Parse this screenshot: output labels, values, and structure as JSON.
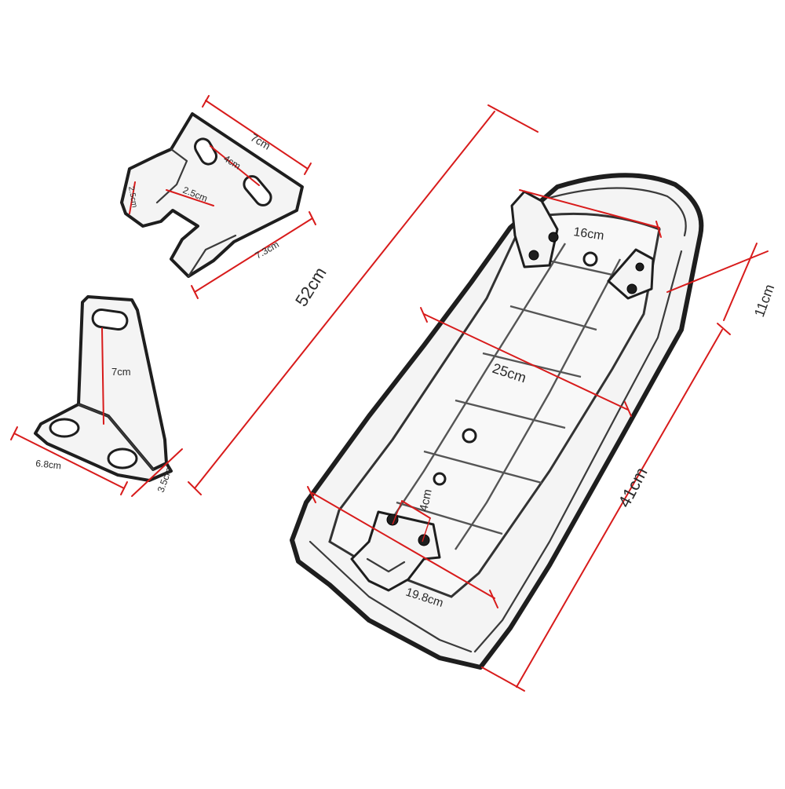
{
  "bracket_top": {
    "width_label": "7cm",
    "slot_spacing_label": "4cm",
    "notch_label": "2.5cm",
    "notch_depth_label": "2.5cm",
    "length_label": "7.3cm"
  },
  "bracket_l": {
    "height_label": "7cm",
    "base_width_label": "6.8cm",
    "base_depth_label": "3.5cm"
  },
  "seat": {
    "overall_length_label": "52cm",
    "rear_width_label": "16cm",
    "rear_height_label": "11cm",
    "mid_width_label": "25cm",
    "side_length_label": "41cm",
    "front_bracket_label": "4cm",
    "front_width_label": "19.8cm"
  },
  "colors": {
    "dimension_line": "#d81b1b",
    "outline": "#1e1e1e",
    "label_text": "#2a2a2a"
  }
}
